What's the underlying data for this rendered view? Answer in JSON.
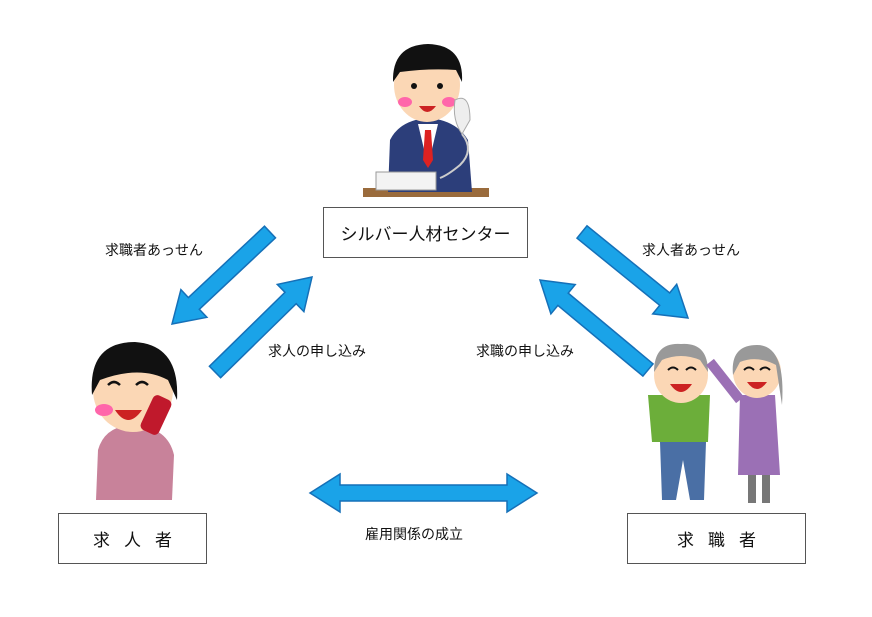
{
  "nodes": {
    "center": "シルバー人材センター",
    "employer": "求人者",
    "jobseeker": "求職者"
  },
  "arrows": {
    "to_employer": "求職者あっせん",
    "from_employer": "求人の申し込み",
    "to_jobseeker": "求人者あっせん",
    "from_jobseeker": "求職の申し込み",
    "mutual": "雇用関係の成立"
  },
  "colors": {
    "arrow_fill": "#1aa3e8",
    "arrow_stroke": "#1570b8"
  }
}
